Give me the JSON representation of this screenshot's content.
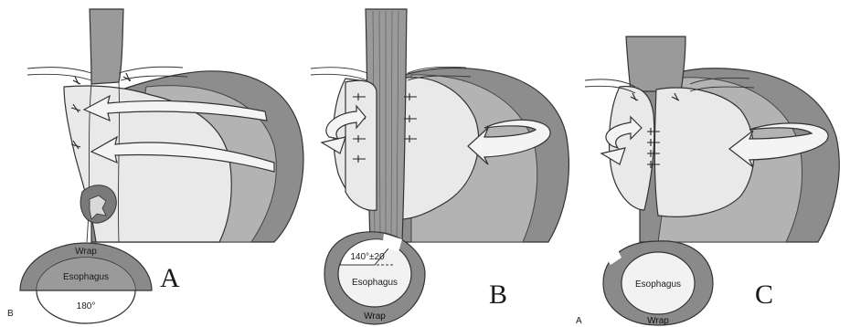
{
  "panels": [
    {
      "id": "A",
      "letter": "A",
      "corner_letter": "B",
      "cross_section": {
        "wrap_label": "Wrap",
        "esophagus_label": "Esophagus",
        "angle_label": "180°"
      }
    },
    {
      "id": "B",
      "letter": "B",
      "cross_section": {
        "angle_label": "140°±20",
        "esophagus_label": "Esophagus",
        "wrap_label": "Wrap"
      }
    },
    {
      "id": "C",
      "letter": "C",
      "corner_letter": "A",
      "cross_section": {
        "esophagus_label": "Esophagus",
        "wrap_label": "Wrap"
      }
    }
  ]
}
